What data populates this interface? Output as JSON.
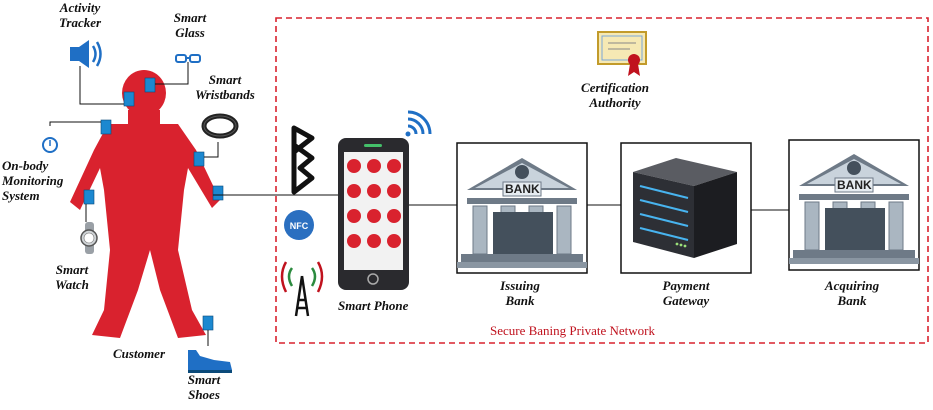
{
  "colors": {
    "body_red": "#d9222e",
    "dashed_border": "#d9222e",
    "network_label": "#c0121e",
    "wifi_blue": "#1f6fc5",
    "nfc_blue": "#2a6fc0",
    "bank_gray": "#6e7a87",
    "server_dark": "#2d2f35"
  },
  "labels": {
    "activity_tracker": [
      "Activity",
      "Tracker"
    ],
    "smart_glass": [
      "Smart",
      "Glass"
    ],
    "smart_wristbands": [
      "Smart",
      "Wristbands"
    ],
    "on_body_monitoring": [
      "On-body",
      "Monitoring",
      "System"
    ],
    "smart_watch": [
      "Smart",
      "Watch"
    ],
    "customer": "Customer",
    "smart_shoes": [
      "Smart",
      "Shoes"
    ],
    "smart_phone": "Smart Phone",
    "certification_authority": [
      "Certification",
      "Authority"
    ],
    "issuing_bank": [
      "Issuing",
      "Bank"
    ],
    "payment_gateway": [
      "Payment",
      "Gateway"
    ],
    "acquiring_bank": [
      "Acquiring",
      "Bank"
    ],
    "bank_sign": "BANK",
    "nfc": "NFC",
    "network": "Secure Baning Private Network"
  },
  "icons": {
    "speaker": "speaker-icon",
    "glasses": "glasses-icon",
    "wristband": "wristband-icon",
    "monitor": "stethoscope-icon",
    "watch": "watch-icon",
    "shoe": "shoe-icon",
    "bluetooth": "bluetooth-icon",
    "nfc": "nfc-icon",
    "tower": "radio-tower-icon",
    "wifi": "wifi-icon",
    "certificate": "certificate-icon",
    "bank": "bank-icon",
    "server": "server-icon"
  }
}
